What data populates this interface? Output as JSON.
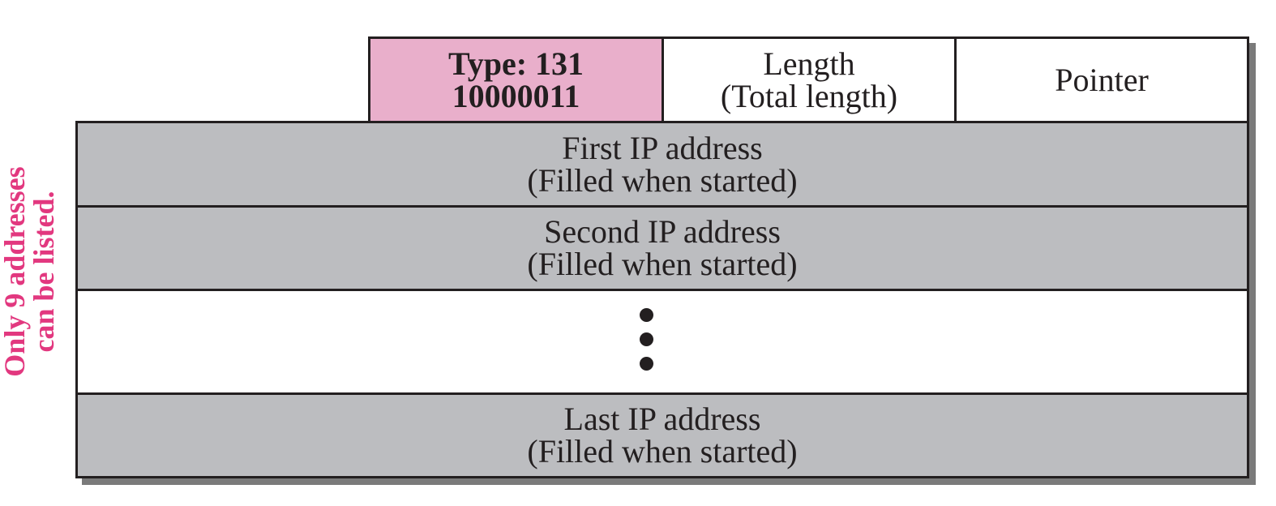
{
  "colors": {
    "type_fill": "#e9afcb",
    "row_fill": "#bcbdc0",
    "empty_fill": "#ffffff",
    "note_text": "#e2387f"
  },
  "header": {
    "type_line1": "Type: 131",
    "type_line2": "10000011",
    "length_line1": "Length",
    "length_line2": "(Total length)",
    "pointer": "Pointer"
  },
  "rows": [
    {
      "line1": "First IP address",
      "line2": "(Filled when started)"
    },
    {
      "line1": "Second IP address",
      "line2": "(Filled when started)"
    },
    {
      "line1": "Last IP address",
      "line2": "(Filled when started)"
    }
  ],
  "side_note": {
    "line1": "Only 9 addresses",
    "line2": "can be listed."
  }
}
